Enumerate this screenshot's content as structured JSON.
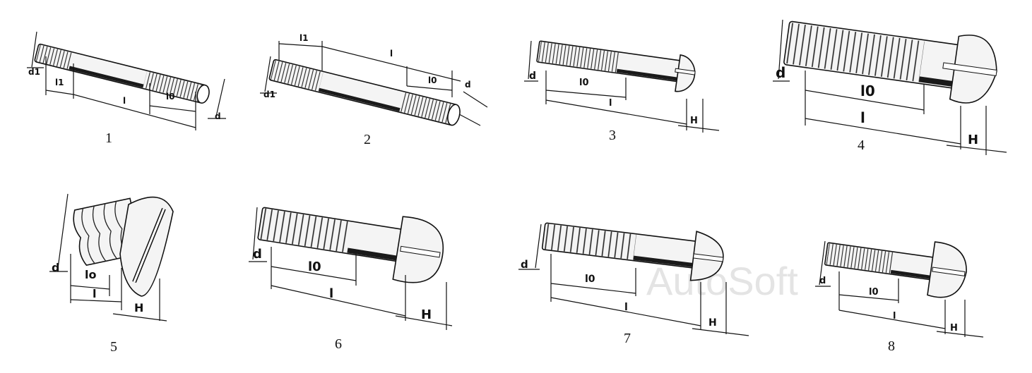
{
  "figures": [
    {
      "number": "1",
      "labels": {
        "d1": "d1",
        "l1": "l1",
        "l": "l",
        "l0": "l0",
        "d": "d"
      }
    },
    {
      "number": "2",
      "labels": {
        "l1": "l1",
        "l": "l",
        "l0": "l0",
        "d": "d",
        "d1": "d1"
      }
    },
    {
      "number": "3",
      "labels": {
        "d": "d",
        "l0": "l0",
        "l": "l",
        "H": "H"
      }
    },
    {
      "number": "4",
      "labels": {
        "d": "d",
        "l0": "l0",
        "l": "l",
        "H": "H"
      }
    },
    {
      "number": "5",
      "labels": {
        "d": "d",
        "l0": "lo",
        "l": "l",
        "H": "H"
      }
    },
    {
      "number": "6",
      "labels": {
        "d": "d",
        "l0": "l0",
        "l": "l",
        "H": "H"
      }
    },
    {
      "number": "7",
      "labels": {
        "d": "d",
        "l0": "l0",
        "l": "l",
        "H": "H"
      }
    },
    {
      "number": "8",
      "labels": {
        "d": "d",
        "l0": "l0",
        "l": "l",
        "H": "H"
      }
    }
  ],
  "watermark": "AutoSoft"
}
